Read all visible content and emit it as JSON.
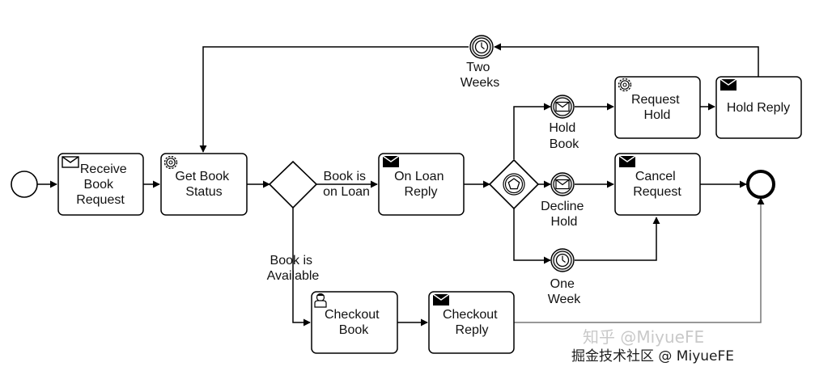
{
  "tasks": {
    "receive_book_request": [
      "Receive",
      "Book",
      "Request"
    ],
    "get_book_status": [
      "Get Book",
      "Status"
    ],
    "on_loan_reply": [
      "On Loan",
      "Reply"
    ],
    "request_hold": [
      "Request",
      "Hold"
    ],
    "hold_reply": [
      "Hold Reply"
    ],
    "cancel_request": [
      "Cancel",
      "Request"
    ],
    "checkout_book": [
      "Checkout",
      "Book"
    ],
    "checkout_reply": [
      "Checkout",
      "Reply"
    ]
  },
  "labels": {
    "book_on_loan": [
      "Book is",
      "on Loan"
    ],
    "book_available": [
      "Book is",
      "Available"
    ],
    "two_weeks": [
      "Two",
      "Weeks"
    ],
    "hold_book": [
      "Hold",
      "Book"
    ],
    "decline_hold": [
      "Decline",
      "Hold"
    ],
    "one_week": [
      "One",
      "Week"
    ]
  },
  "watermark": {
    "line1": "知乎 @MiyueFE",
    "line2": "掘金技术社区 @ MiyueFE"
  }
}
